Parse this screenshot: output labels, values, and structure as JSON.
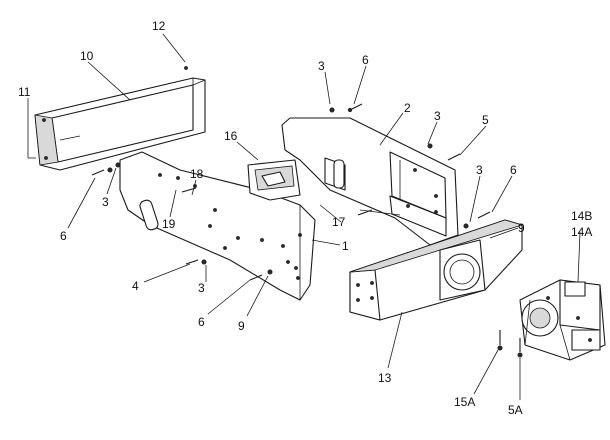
{
  "callouts": [
    {
      "id": "c12",
      "text": "12"
    },
    {
      "id": "c10",
      "text": "10"
    },
    {
      "id": "c11",
      "text": "11"
    },
    {
      "id": "c6a",
      "text": "6"
    },
    {
      "id": "c3a",
      "text": "3"
    },
    {
      "id": "c3b",
      "text": "3"
    },
    {
      "id": "c6b",
      "text": "6"
    },
    {
      "id": "c2",
      "text": "2"
    },
    {
      "id": "c3c",
      "text": "3"
    },
    {
      "id": "c5",
      "text": "5"
    },
    {
      "id": "c16",
      "text": "16"
    },
    {
      "id": "c18",
      "text": "18"
    },
    {
      "id": "c19",
      "text": "19"
    },
    {
      "id": "c17",
      "text": "17"
    },
    {
      "id": "c3d",
      "text": "3"
    },
    {
      "id": "c6c",
      "text": "6"
    },
    {
      "id": "c9a",
      "text": "9"
    },
    {
      "id": "c1",
      "text": "1"
    },
    {
      "id": "c14b",
      "text": "14B"
    },
    {
      "id": "c14a",
      "text": "14A"
    },
    {
      "id": "c4",
      "text": "4"
    },
    {
      "id": "c3e",
      "text": "3"
    },
    {
      "id": "c6d",
      "text": "6"
    },
    {
      "id": "c9b",
      "text": "9"
    },
    {
      "id": "c13",
      "text": "13"
    },
    {
      "id": "c15a",
      "text": "15A"
    },
    {
      "id": "c5a",
      "text": "5A"
    }
  ]
}
